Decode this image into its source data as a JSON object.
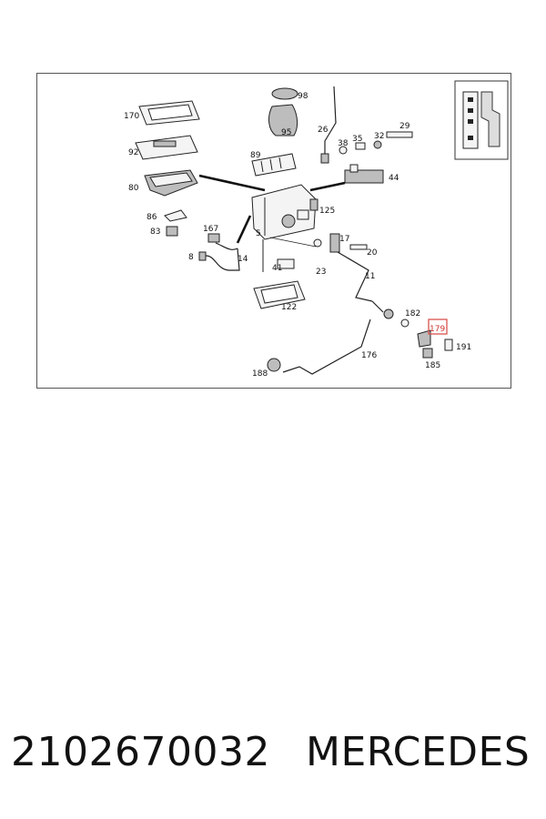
{
  "diagram": {
    "callouts": [
      {
        "id": "170",
        "label": "170"
      },
      {
        "id": "92",
        "label": "92"
      },
      {
        "id": "80",
        "label": "80"
      },
      {
        "id": "86",
        "label": "86"
      },
      {
        "id": "83",
        "label": "83"
      },
      {
        "id": "167",
        "label": "167"
      },
      {
        "id": "8",
        "label": "8"
      },
      {
        "id": "14",
        "label": "14"
      },
      {
        "id": "98",
        "label": "98"
      },
      {
        "id": "95",
        "label": "95"
      },
      {
        "id": "89",
        "label": "89"
      },
      {
        "id": "5",
        "label": "5"
      },
      {
        "id": "41",
        "label": "41"
      },
      {
        "id": "122",
        "label": "122"
      },
      {
        "id": "26",
        "label": "26"
      },
      {
        "id": "38",
        "label": "38"
      },
      {
        "id": "35",
        "label": "35"
      },
      {
        "id": "32",
        "label": "32"
      },
      {
        "id": "29",
        "label": "29"
      },
      {
        "id": "44",
        "label": "44"
      },
      {
        "id": "125",
        "label": "125"
      },
      {
        "id": "17",
        "label": "17"
      },
      {
        "id": "20",
        "label": "20"
      },
      {
        "id": "23",
        "label": "23"
      },
      {
        "id": "11",
        "label": "11"
      },
      {
        "id": "182",
        "label": "182"
      },
      {
        "id": "179",
        "label": "179",
        "highlighted": true
      },
      {
        "id": "191",
        "label": "191"
      },
      {
        "id": "185",
        "label": "185"
      },
      {
        "id": "176",
        "label": "176"
      },
      {
        "id": "188",
        "label": "188"
      }
    ],
    "highlight_color": "#d9534f"
  },
  "footer": {
    "part_number": "2102670032",
    "brand": "MERCEDES"
  }
}
